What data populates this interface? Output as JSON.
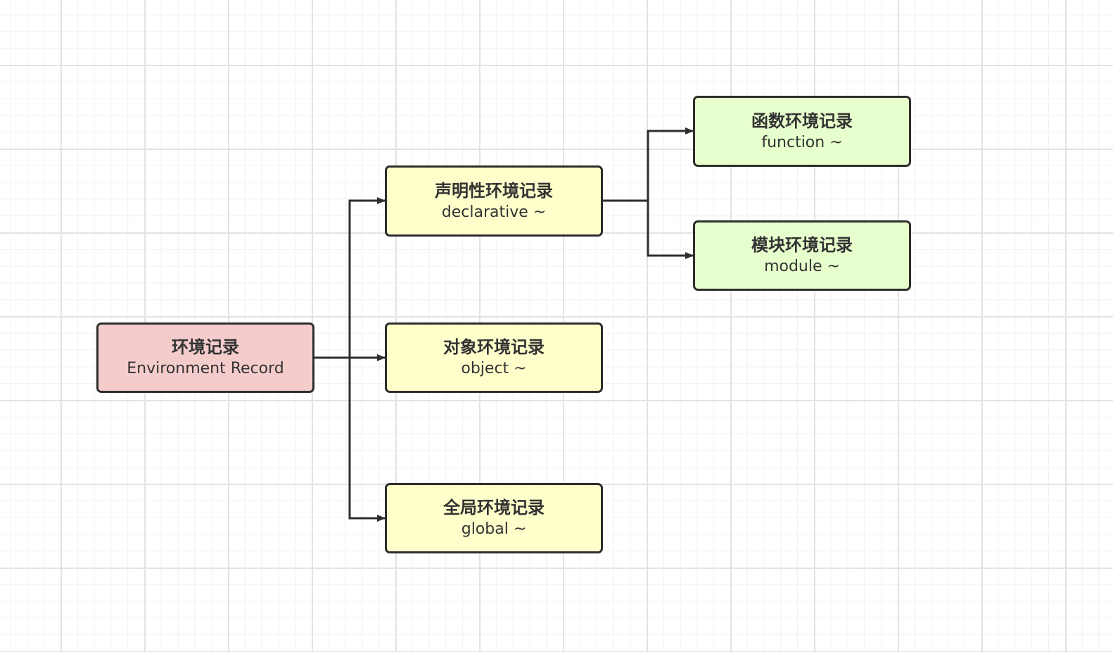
{
  "diagram": {
    "colors": {
      "root_fill": "#f5cccc",
      "middle_fill": "#ffffcc",
      "leaf_fill": "#e6ffcc",
      "stroke": "#2e2e2e"
    },
    "nodes": {
      "root": {
        "title": "环境记录",
        "subtitle": "Environment Record"
      },
      "declarative": {
        "title": "声明性环境记录",
        "subtitle": "declarative ~"
      },
      "object": {
        "title": "对象环境记录",
        "subtitle": "object ~"
      },
      "global": {
        "title": "全局环境记录",
        "subtitle": "global ~"
      },
      "function": {
        "title": "函数环境记录",
        "subtitle": "function ~"
      },
      "module": {
        "title": "模块环境记录",
        "subtitle": "module ~"
      }
    }
  }
}
